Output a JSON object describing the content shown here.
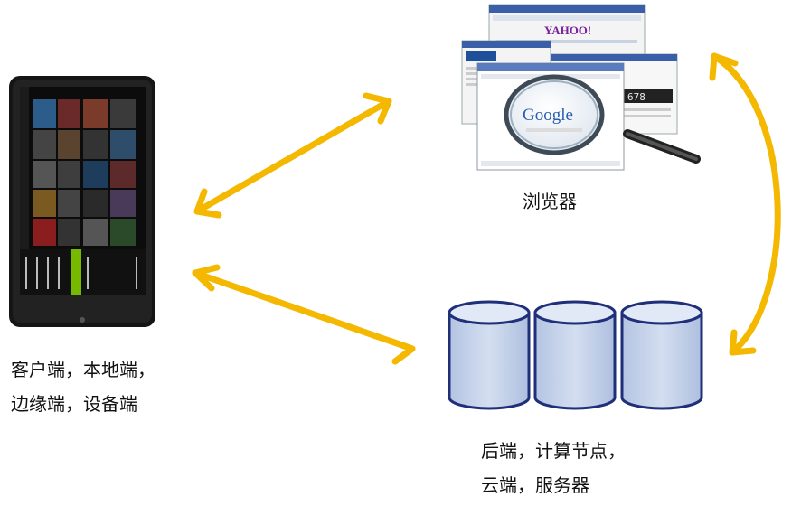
{
  "labels": {
    "browser": "浏览器",
    "client_line1": "客户端，本地端，",
    "client_line2": "边缘端，设备端",
    "backend_line1": "后端，计算节点，",
    "backend_line2": "云端，服务器"
  },
  "screenshot_text": {
    "yahoo": "YAHOO!",
    "google": "Google",
    "counter": "678"
  },
  "icons": {
    "tablet": "tablet-icon",
    "browser": "browser-windows-icon",
    "magnifier": "magnifying-glass-icon",
    "database": "database-cylinder-icon"
  },
  "colors": {
    "arrow": "#f5b800",
    "cylinder_fill": "#c6d3ea",
    "cylinder_stroke": "#1f2f7a",
    "tablet_body": "#151515"
  }
}
